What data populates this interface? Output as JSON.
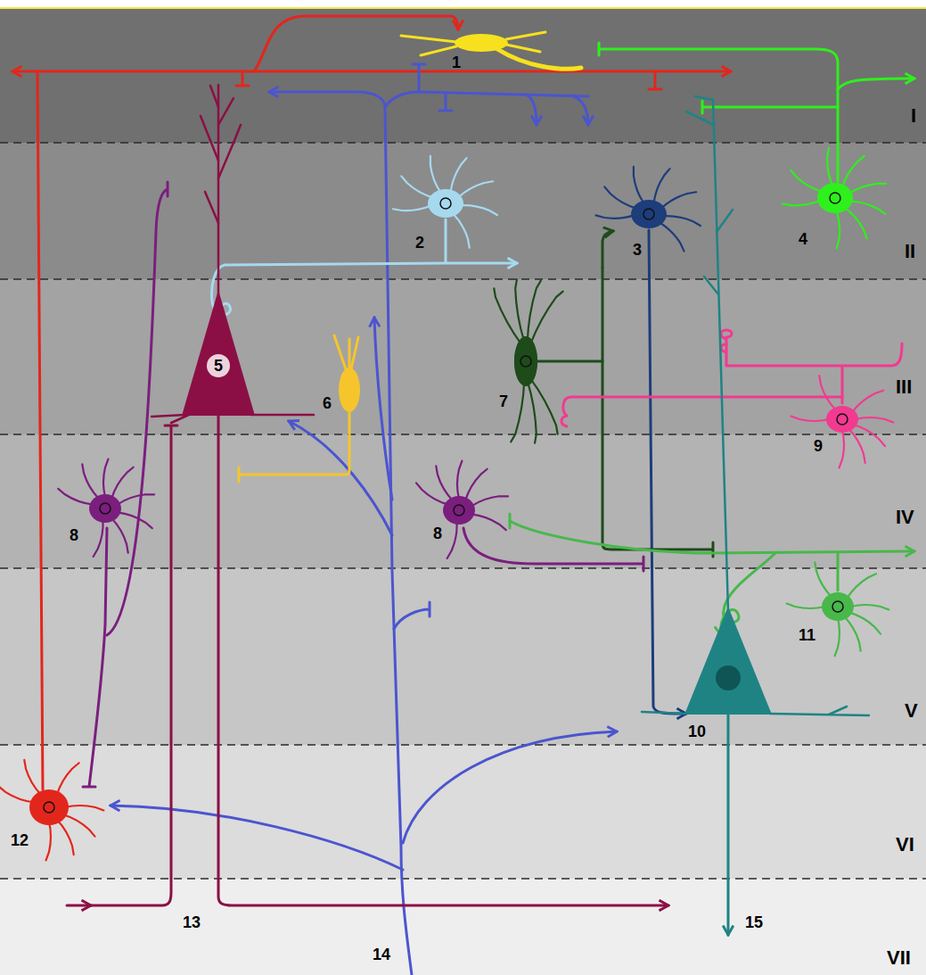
{
  "diagram": {
    "labels": [
      "1",
      "I",
      "2",
      "3",
      "4",
      "II",
      "5",
      "6",
      "7",
      "III",
      "9",
      "8",
      "8",
      "IV",
      "11",
      "10",
      "V",
      "12",
      "VI",
      "13",
      "15",
      "14",
      "VII"
    ]
  }
}
